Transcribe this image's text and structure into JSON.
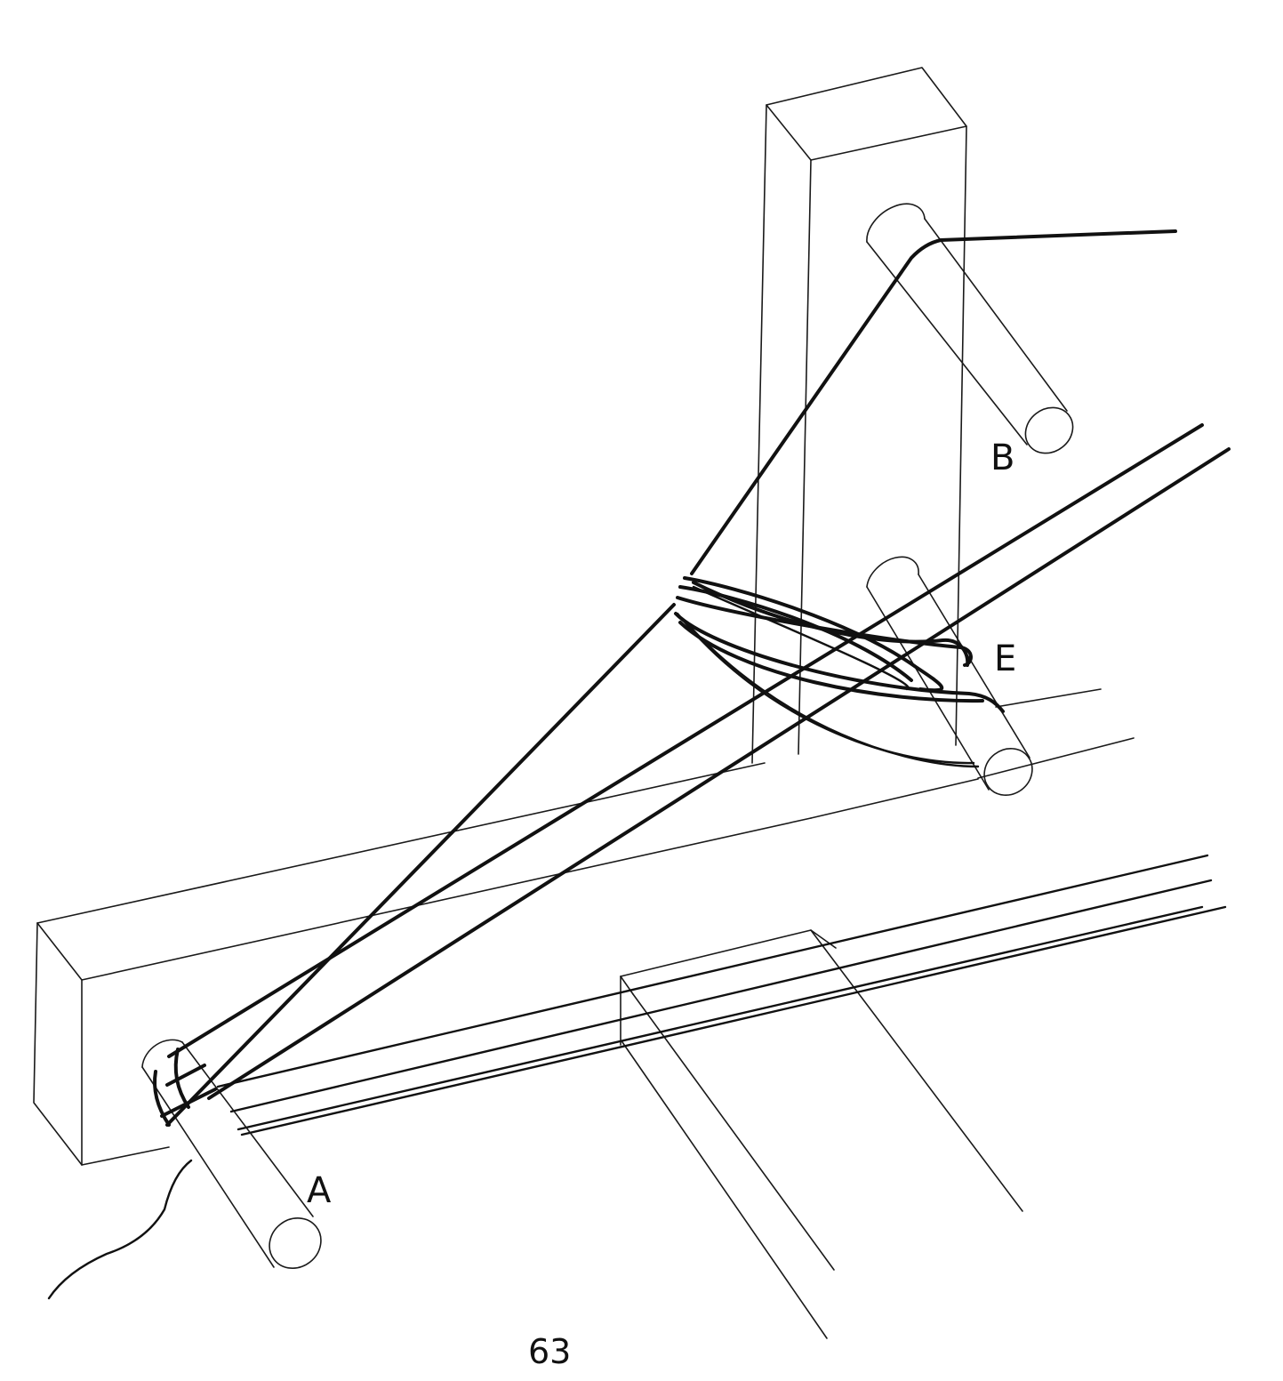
{
  "labels": {
    "peg_a": "A",
    "peg_b": "B",
    "peg_e": "E"
  },
  "page_number": "63"
}
